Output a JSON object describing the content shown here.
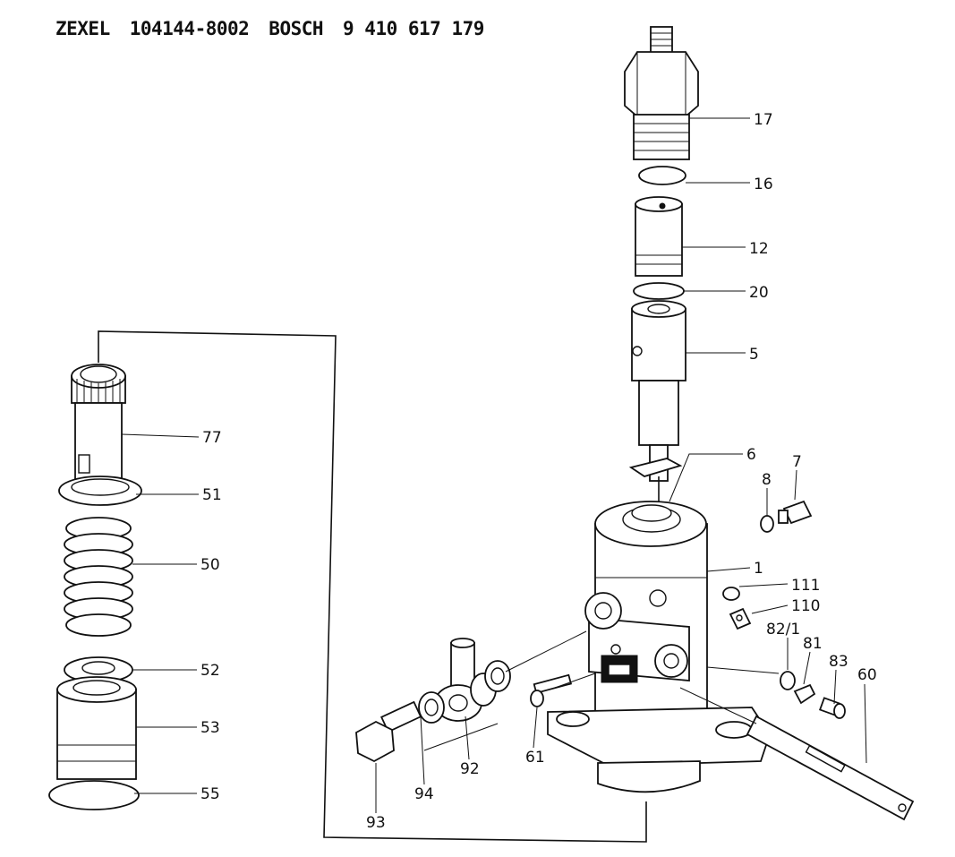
{
  "header": {
    "brand1": "ZEXEL",
    "number1": "104144-8002",
    "brand2": "BOSCH",
    "number2": "9 410 617 179"
  },
  "parts": [
    {
      "id": "p17",
      "label": "17"
    },
    {
      "id": "p16",
      "label": "16"
    },
    {
      "id": "p12",
      "label": "12"
    },
    {
      "id": "p20",
      "label": "20"
    },
    {
      "id": "p5",
      "label": "5"
    },
    {
      "id": "p6",
      "label": "6"
    },
    {
      "id": "p7",
      "label": "7"
    },
    {
      "id": "p8",
      "label": "8"
    },
    {
      "id": "p1",
      "label": "1"
    },
    {
      "id": "p111",
      "label": "111"
    },
    {
      "id": "p110",
      "label": "110"
    },
    {
      "id": "p82_1",
      "label": "82/1"
    },
    {
      "id": "p81",
      "label": "81"
    },
    {
      "id": "p83",
      "label": "83"
    },
    {
      "id": "p60",
      "label": "60"
    },
    {
      "id": "p61",
      "label": "61"
    },
    {
      "id": "p92",
      "label": "92"
    },
    {
      "id": "p93",
      "label": "93"
    },
    {
      "id": "p94",
      "label": "94"
    },
    {
      "id": "p77",
      "label": "77"
    },
    {
      "id": "p51",
      "label": "51"
    },
    {
      "id": "p50",
      "label": "50"
    },
    {
      "id": "p52",
      "label": "52"
    },
    {
      "id": "p53",
      "label": "53"
    },
    {
      "id": "p55",
      "label": "55"
    }
  ]
}
